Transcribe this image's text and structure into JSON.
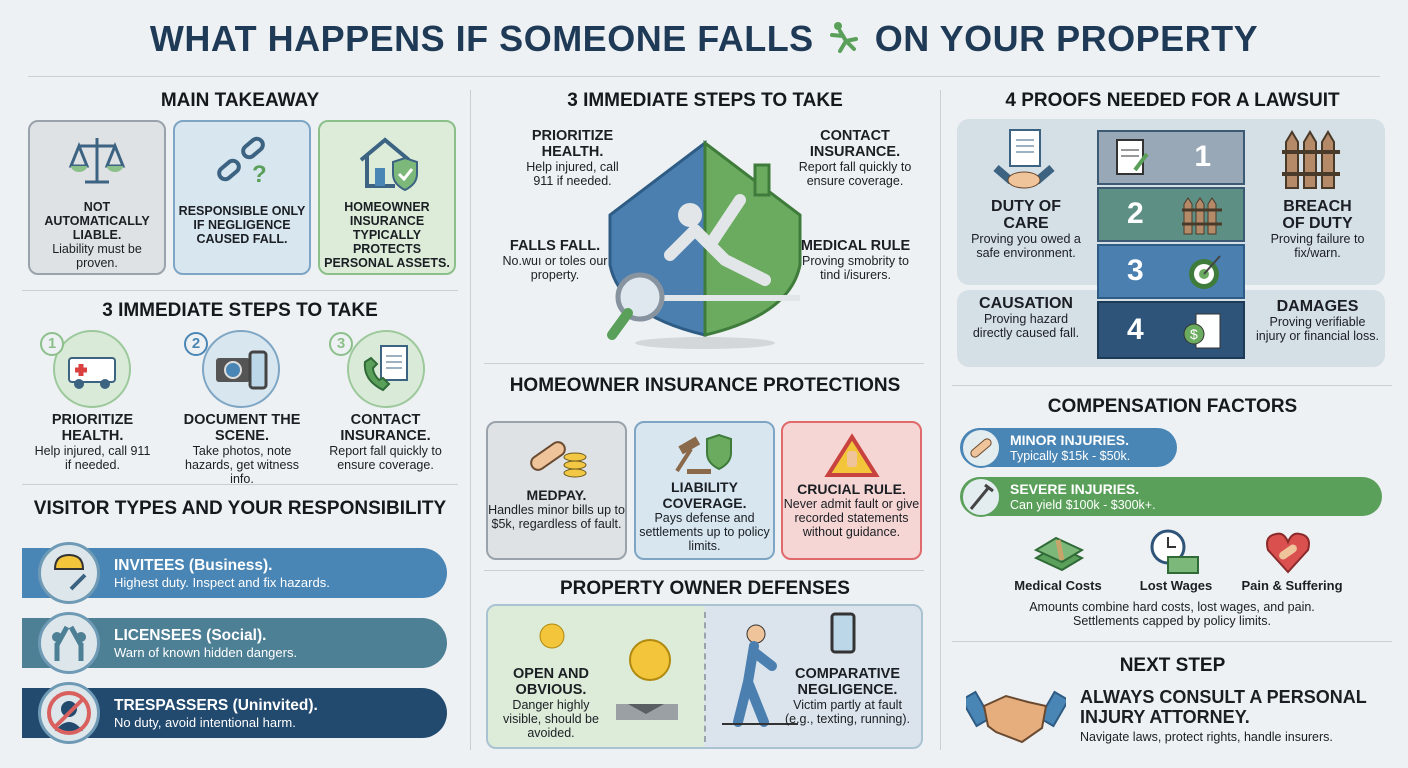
{
  "title": {
    "before": "WHAT HAPPENS IF SOMEONE FALLS",
    "after": "ON YOUR PROPERTY",
    "icon": "falling-person-icon"
  },
  "colors": {
    "navy": "#1f3a56",
    "blue": "#4a86b5",
    "teal": "#4d7f95",
    "dark_blue": "#22496e",
    "green": "#5aa05a",
    "red": "#e0696b"
  },
  "main_takeaway": {
    "heading": "MAIN TAKEAWAY",
    "cards": [
      {
        "icon": "scales-of-justice-icon",
        "title": "NOT AUTOMATICALLY LIABLE.",
        "text": "Liability must be proven."
      },
      {
        "icon": "broken-chain-icon",
        "title": "RESPONSIBLE ONLY IF NEGLIGENCE CAUSED FALL.",
        "text": ""
      },
      {
        "icon": "house-shield-icon",
        "title": "HOMEOWNER INSURANCE TYPICALLY PROTECTS PERSONAL ASSETS.",
        "text": ""
      }
    ]
  },
  "steps": {
    "heading": "3 IMMEDIATE STEPS TO TAKE",
    "items": [
      {
        "num": "1",
        "icon": "ambulance-icon",
        "title": "PRIORITIZE HEALTH.",
        "text": "Help injured, call 911 if needed."
      },
      {
        "num": "2",
        "icon": "camera-phone-icon",
        "title": "DOCUMENT THE SCENE.",
        "text": "Take photos, note hazards, get witness info."
      },
      {
        "num": "3",
        "icon": "phone-document-icon",
        "title": "CONTACT INSURANCE.",
        "text": "Report fall quickly to ensure coverage."
      }
    ]
  },
  "visitors": {
    "heading": "VISITOR TYPES AND YOUR RESPONSIBILITY",
    "items": [
      {
        "icon": "hard-hat-wrench-icon",
        "title": "INVITEES (Business).",
        "text": "Highest duty. Inspect and fix hazards."
      },
      {
        "icon": "high-five-icon",
        "title": "LICENSEES (Social).",
        "text": "Warn of known hidden dangers."
      },
      {
        "icon": "no-entry-person-icon",
        "title": "TRESPASSERS (Uninvited).",
        "text": "No duty, avoid intentional harm."
      }
    ]
  },
  "hero": {
    "heading": "3 IMMEDIATE STEPS TO TAKE",
    "labels": [
      {
        "title": "PRIORITIZE HEALTH.",
        "text": "Help injured, call 911 if needed."
      },
      {
        "title": "CONTACT INSURANCE.",
        "text": "Report fall quickly to ensure coverage."
      },
      {
        "title": "FALLS FALL.",
        "text": "No.wuı or toles our property."
      },
      {
        "title": "MEDICAL RULE",
        "text": "Proving smobrity to tind i/isurers."
      }
    ]
  },
  "insurance": {
    "heading": "HOMEOWNER INSURANCE PROTECTIONS",
    "cards": [
      {
        "icon": "bandage-coins-icon",
        "title": "MEDPAY.",
        "text": "Handles minor bills up to $5k, regardless of fault."
      },
      {
        "icon": "gavel-shield-icon",
        "title": "LIABILITY COVERAGE.",
        "text": "Pays defense and settlements up to policy limits."
      },
      {
        "icon": "warning-hand-icon",
        "title": "CRUCIAL RULE.",
        "text": "Never admit fault or give recorded statements without guidance."
      }
    ]
  },
  "defenses": {
    "heading": "PROPERTY OWNER DEFENSES",
    "items": [
      {
        "icon": "sun-pothole-icon",
        "title": "OPEN AND OBVIOUS.",
        "text": "Danger highly visible, should be avoided."
      },
      {
        "icon": "texting-walker-icon",
        "title": "COMPARATIVE NEGLIGENCE.",
        "text": "Victim partly at fault (e.g., texting, running)."
      }
    ]
  },
  "proofs": {
    "heading": "4 PROOFS NEEDED FOR A LAWSUIT",
    "items": [
      {
        "num": "1",
        "icon": "handshake-document-icon",
        "title": "DUTY OF CARE",
        "text": "Proving you owed a safe environment."
      },
      {
        "num": "2",
        "icon": "broken-fence-icon",
        "title": "BREACH OF DUTY",
        "text": "Proving failure to fix/warn."
      },
      {
        "num": "3",
        "icon": "target-icon",
        "title": "CAUSATION",
        "text": "Proving hazard directly caused fall."
      },
      {
        "num": "4",
        "icon": "money-bill-icon",
        "title": "DAMAGES",
        "text": "Proving verifiable injury or financial loss."
      }
    ]
  },
  "compensation": {
    "heading": "COMPENSATION FACTORS",
    "tiers": [
      {
        "icon": "bandage-icon",
        "title": "MINOR INJURIES.",
        "text": "Typically $15k - $50k."
      },
      {
        "icon": "crutch-icon",
        "title": "SEVERE INJURIES.",
        "text": "Can yield $100k - $300k+."
      }
    ],
    "factors": [
      {
        "icon": "cash-stack-icon",
        "label": "Medical Costs"
      },
      {
        "icon": "clock-money-icon",
        "label": "Lost Wages"
      },
      {
        "icon": "heart-bandage-icon",
        "label": "Pain & Suffering"
      }
    ],
    "note": [
      "Amounts combine hard costs, lost wages, and pain.",
      "Settlements capped by policy limits."
    ]
  },
  "next_step": {
    "heading": "NEXT STEP",
    "icon": "handshake-icon",
    "title": "ALWAYS CONSULT A PERSONAL INJURY ATTORNEY.",
    "text": "Navigate laws, protect rights, handle insurers."
  }
}
